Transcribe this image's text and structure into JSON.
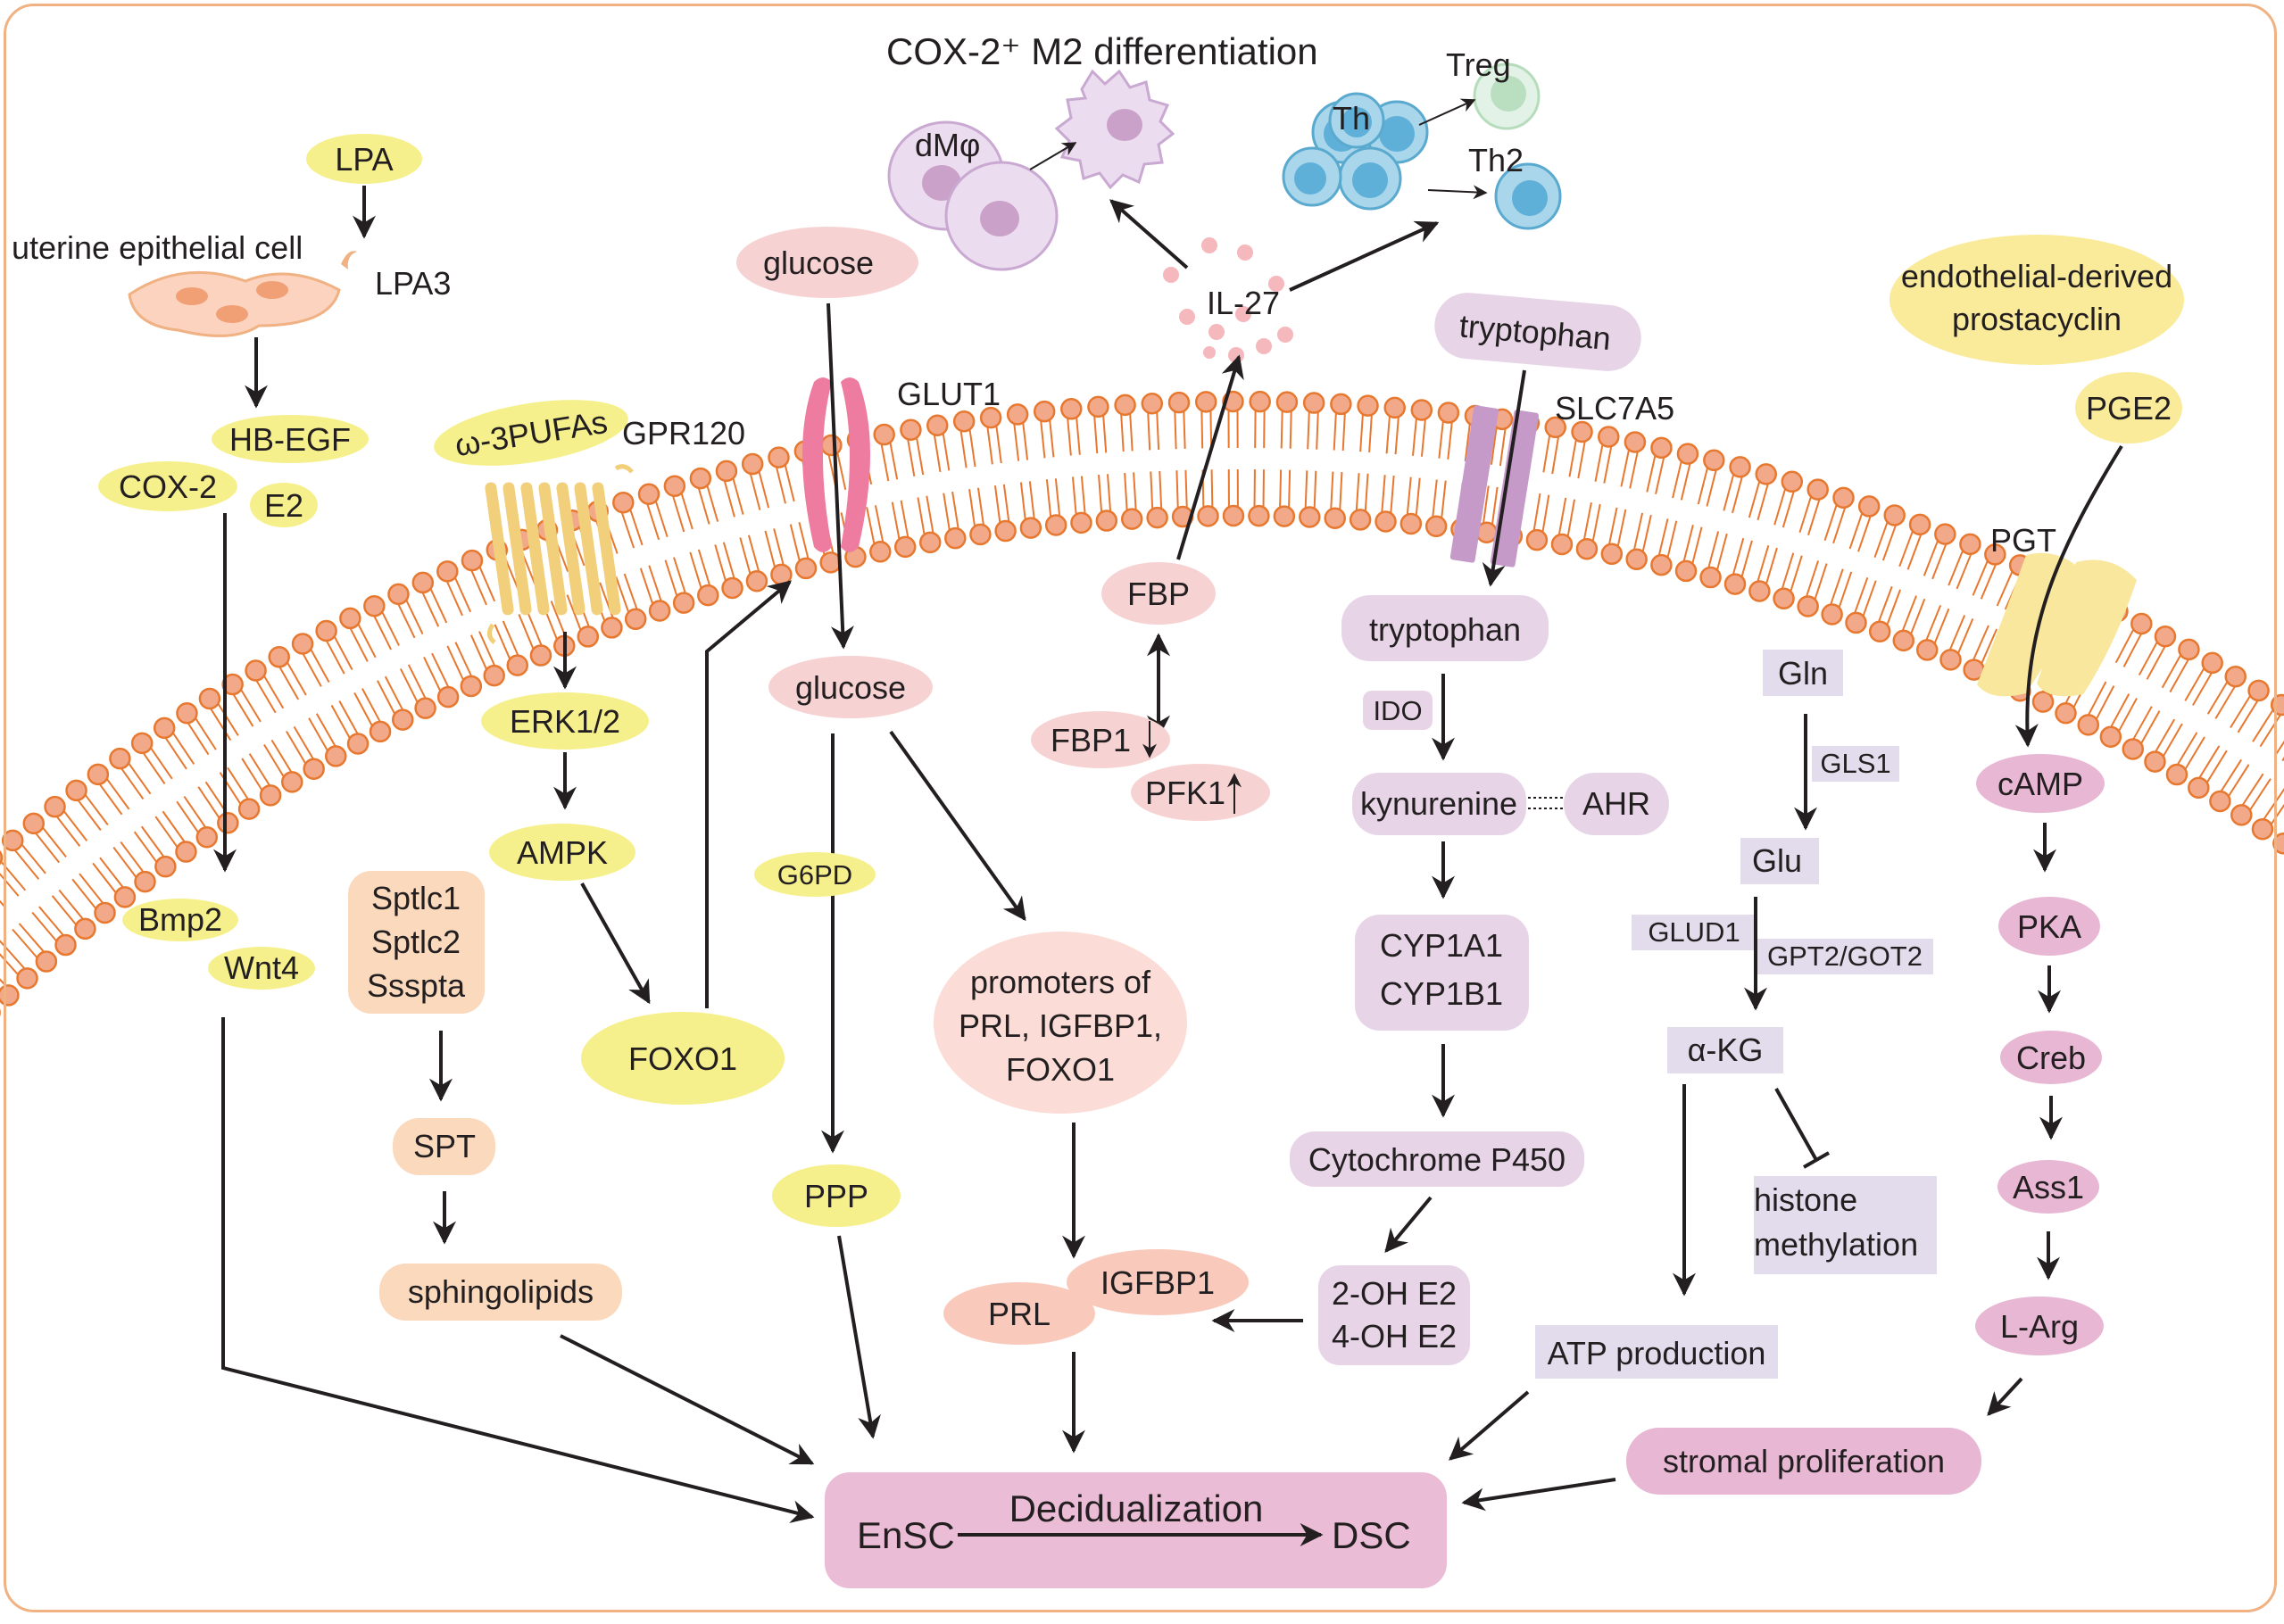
{
  "colors": {
    "border": "#f0b183",
    "membrane_head": "#f2a98a",
    "membrane_head_stroke": "#e7782f",
    "yellow": "#f6f08c",
    "pale_yellow": "#faeb9b",
    "peach": "#fbd9bd",
    "pink": "#f7d2d3",
    "salmon": "#f9cabb",
    "lavender": "#e7d5e7",
    "lilac": "#e3dced",
    "magenta": "#e8b7d4",
    "decid": "#ebbcd6",
    "glut": "#ee7ca0",
    "slc": "#c59ac9",
    "gpr": "#f2cf7a"
  },
  "top": {
    "cox2_m2": "COX-2⁺ M2 differentiation",
    "dmphi": "dMφ",
    "treg": "Treg",
    "th": "Th",
    "th2": "Th2",
    "il27": "IL-27"
  },
  "left": {
    "lpa": "LPA",
    "lpa3": "LPA3",
    "uterine_cell": "uterine epithelial cell",
    "hbegf": "HB-EGF",
    "cox2": "COX-2",
    "e2": "E2",
    "bmp2": "Bmp2",
    "wnt4": "Wnt4"
  },
  "omega": {
    "pufa": "ω-3PUFAs",
    "gpr120": "GPR120",
    "erk": "ERK1/2",
    "ampk": "AMPK",
    "foxo1": "FOXO1"
  },
  "sphingo": {
    "genes": [
      "Sptlc1",
      "Sptlc2",
      "Ssspta"
    ],
    "spt": "SPT",
    "sphingolipids": "sphingolipids"
  },
  "glucose": {
    "outside": "glucose",
    "glut1": "GLUT1",
    "inside": "glucose",
    "g6pd": "G6PD",
    "ppp": "PPP",
    "promoters": [
      "promoters of",
      "PRL, IGFBP1,",
      "FOXO1"
    ],
    "prl": "PRL",
    "igfbp1": "IGFBP1"
  },
  "fbp": {
    "fbp": "FBP",
    "fbp1": "FBP1",
    "pfk1": "PFK1"
  },
  "tryptophan": {
    "outside": "tryptophan",
    "slc7a5": "SLC7A5",
    "inside": "tryptophan",
    "ido": "IDO",
    "kynurenine": "kynurenine",
    "ahr": "AHR",
    "cyp": [
      "CYP1A1",
      "CYP1B1"
    ],
    "p450": "Cytochrome P450",
    "oh": [
      "2-OH E2",
      "4-OH E2"
    ]
  },
  "gln": {
    "gln": "Gln",
    "gls1": "GLS1",
    "glu": "Glu",
    "glud1": "GLUD1",
    "gpt": "GPT2/GOT2",
    "akg": "α-KG",
    "histone": [
      "histone",
      "methylation"
    ],
    "atp": "ATP production"
  },
  "pge": {
    "prostacyclin": [
      "endothelial-derived",
      "prostacyclin"
    ],
    "pge2": "PGE2",
    "pgt": "PGT",
    "camp": "cAMP",
    "pka": "PKA",
    "creb": "Creb",
    "ass1": "Ass1",
    "larg": "L-Arg",
    "stromal": "stromal proliferation"
  },
  "decid": {
    "title": "Decidualization",
    "ensc": "EnSC",
    "dsc": "DSC"
  }
}
